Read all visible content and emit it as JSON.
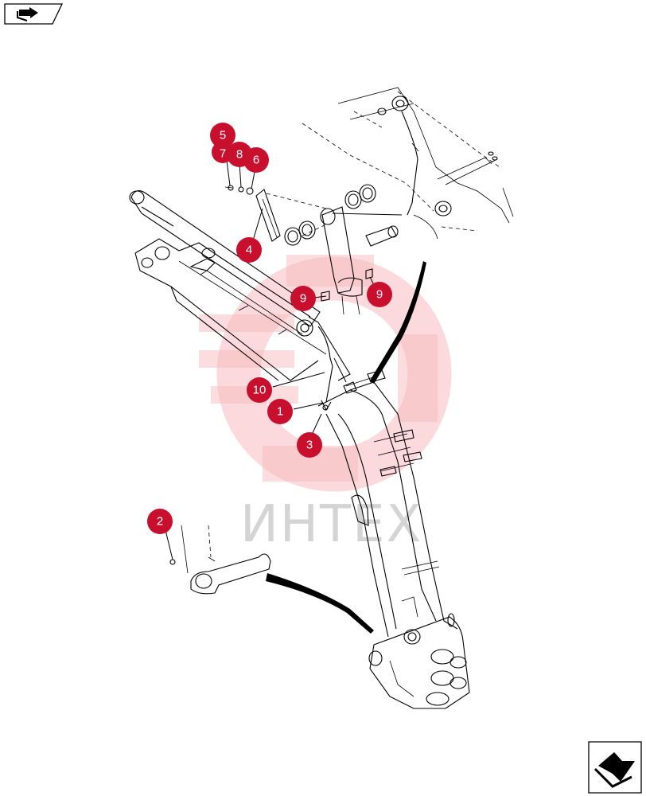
{
  "watermark": {
    "text": "ИНТЕХ"
  },
  "callouts": [
    {
      "id": "c5",
      "label": "5"
    },
    {
      "id": "c7",
      "label": "7"
    },
    {
      "id": "c8",
      "label": "8"
    },
    {
      "id": "c6",
      "label": "6"
    },
    {
      "id": "c4",
      "label": "4"
    },
    {
      "id": "c9a",
      "label": "9"
    },
    {
      "id": "c9b",
      "label": "9"
    },
    {
      "id": "c10",
      "label": "10"
    },
    {
      "id": "c1",
      "label": "1"
    },
    {
      "id": "c3",
      "label": "3"
    },
    {
      "id": "c2",
      "label": "2"
    }
  ],
  "icons": {
    "top_left": "previous-page-icon",
    "bottom_right": "next-page-icon"
  }
}
